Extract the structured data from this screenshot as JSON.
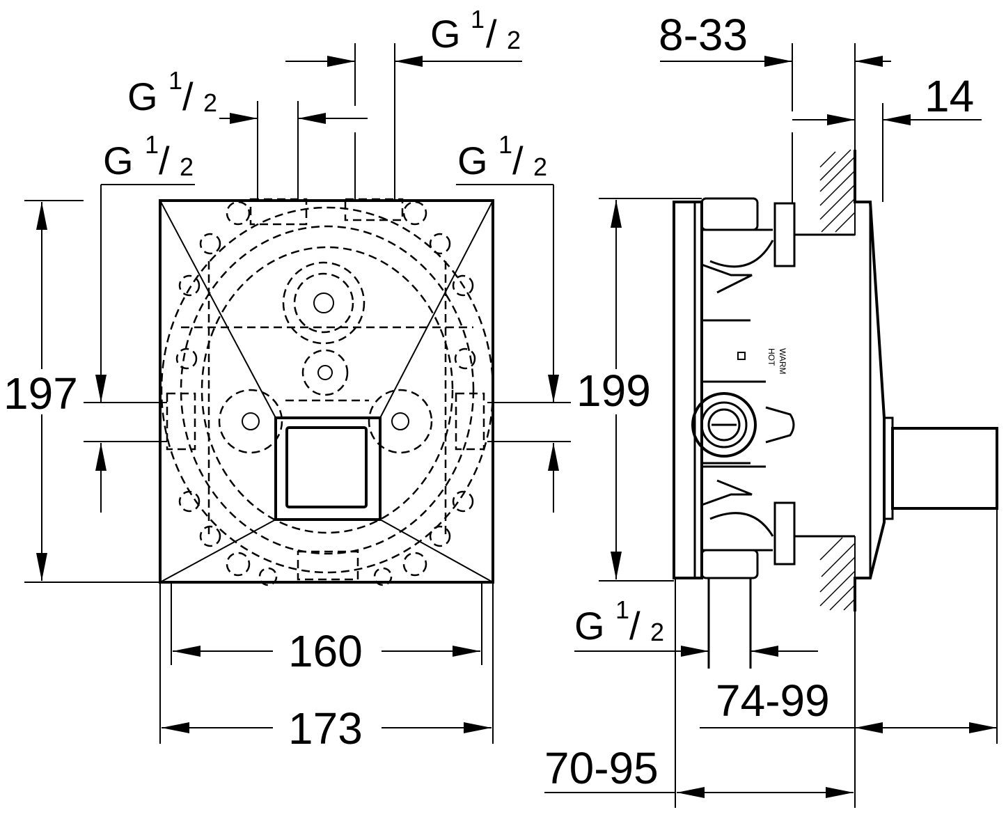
{
  "labels": {
    "thread": "G",
    "thread_num": "1",
    "thread_den": "2",
    "top_depth": "8-33",
    "plate": "14",
    "height_front": "197",
    "height_side": "199",
    "inner_width": "160",
    "outer_width": "173",
    "depth_74_99": "74-99",
    "depth_70_95": "70-95"
  },
  "side_label": {
    "line1": "WARM",
    "line2": "HOT"
  }
}
